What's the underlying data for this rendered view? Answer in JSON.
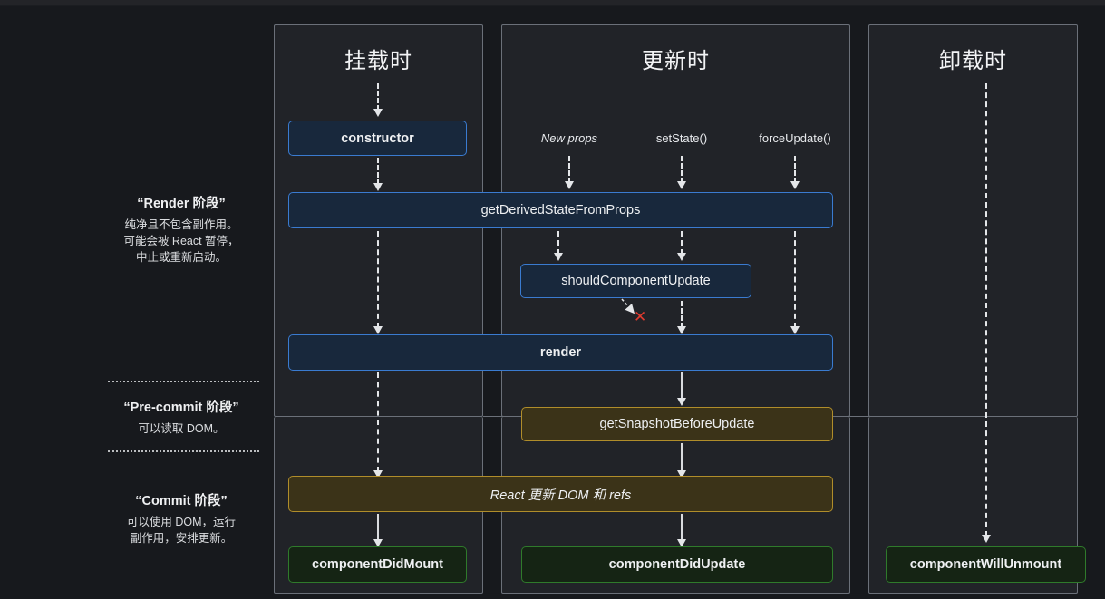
{
  "page": {
    "background": "#17191d",
    "title": "React 组件生命周期图"
  },
  "phase_labels": [
    {
      "id": "render-phase",
      "title": "“Render 阶段”",
      "lines": [
        "纯净且不包含副作用。",
        "可能会被 React 暂停，",
        "中止或重新启动。"
      ]
    },
    {
      "id": "pre-commit-phase",
      "title": "“Pre-commit 阶段”",
      "lines": [
        "可以读取 DOM。"
      ]
    },
    {
      "id": "commit-phase",
      "title": "“Commit 阶段”",
      "lines": [
        "可以使用 DOM，运行",
        "副作用，安排更新。"
      ]
    }
  ],
  "columns": [
    {
      "id": "mounting",
      "title": "挂载时"
    },
    {
      "id": "updating",
      "title": "更新时"
    },
    {
      "id": "unmounting",
      "title": "卸载时"
    }
  ],
  "triggers": [
    {
      "id": "new-props",
      "label": "New props",
      "italic": true
    },
    {
      "id": "set-state",
      "label": "setState()",
      "italic": false
    },
    {
      "id": "force-update",
      "label": "forceUpdate()",
      "italic": false
    }
  ],
  "boxes": {
    "constructor": {
      "label": "constructor",
      "style": "blue",
      "bold": true,
      "italic": false
    },
    "get_derived_state": {
      "label": "getDerivedStateFromProps",
      "style": "blue",
      "bold": false,
      "italic": false
    },
    "should_component_update": {
      "label": "shouldComponentUpdate",
      "style": "blue",
      "bold": false,
      "italic": false
    },
    "render": {
      "label": "render",
      "style": "blue",
      "bold": true,
      "italic": false
    },
    "get_snapshot": {
      "label": "getSnapshotBeforeUpdate",
      "style": "amber",
      "bold": false,
      "italic": false
    },
    "react_updates_dom": {
      "label": "React 更新 DOM 和 refs",
      "style": "amber",
      "bold": false,
      "italic": true
    },
    "component_did_mount": {
      "label": "componentDidMount",
      "style": "green",
      "bold": true,
      "italic": false
    },
    "component_did_update": {
      "label": "componentDidUpdate",
      "style": "green",
      "bold": true,
      "italic": false
    },
    "component_will_unmount": {
      "label": "componentWillUnmount",
      "style": "green",
      "bold": true,
      "italic": false
    }
  },
  "annotations": {
    "skip_render_x": "✕"
  },
  "colors": {
    "blue_border": "#3a7bd0",
    "blue_fill": "#18283c",
    "amber_border": "#b08d2a",
    "amber_fill": "#3b3318",
    "green_border": "#2f7a2b",
    "green_fill": "#152414",
    "panel_fill": "#212328",
    "panel_border": "#6b7079",
    "arrow": "#e4e6e9",
    "x_red": "#e03b2f",
    "text": "#eef0f2"
  }
}
